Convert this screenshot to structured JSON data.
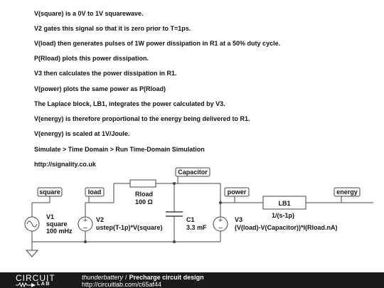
{
  "notes": [
    "V(square) is a 0V to 1V squarewave.",
    "V2 gates this signal so that it is zero prior to T=1ps.",
    "V(load) then generates pulses of 1W power dissipation in R1 at a 50% duty cycle.",
    "P(Rload) plots this power dissipation.",
    "V3 then calculates the power dissipation in R1.",
    "V(power) plots the same power as P(Rload)",
    "The Laplace block, LB1, integrates the power calculated by V3.",
    "V(energy) is therefore proportional to the energy being delivered to R1.",
    "V(energy) is scaled at 1V/Joule.",
    "Simulate > Time Domain > Run Time-Domain Simulation",
    "http://signality.co.uk"
  ],
  "nets": {
    "square": "square",
    "load": "load",
    "capacitor": "Capacitor",
    "power": "power",
    "energy": "energy"
  },
  "components": {
    "v1": {
      "name": "V1",
      "line1": "square",
      "line2": "100 mHz"
    },
    "v2": {
      "name": "V2",
      "line1": "ustep(T-1p)*V(square)"
    },
    "rload": {
      "name": "Rload",
      "value": "100 Ω"
    },
    "c1": {
      "name": "C1",
      "value": "3.3 mF"
    },
    "v3": {
      "name": "V3",
      "line1": "(V(load)-V(Capacitor))*I(Rload.nA)"
    },
    "lb1": {
      "name": "LB1",
      "transfer": "1/(s-1p)"
    }
  },
  "footer": {
    "logo_top": "CIRCUIT",
    "logo_bottom": "LAB",
    "user": "thunderbattery",
    "separator": "/",
    "title": "Precharge circuit design",
    "url": "http://circuitlab.com/c65af44"
  },
  "colors": {
    "wire": "#444444",
    "text": "#111111",
    "footer_bg": "#1a1a1a",
    "footer_text": "#ffffff"
  }
}
